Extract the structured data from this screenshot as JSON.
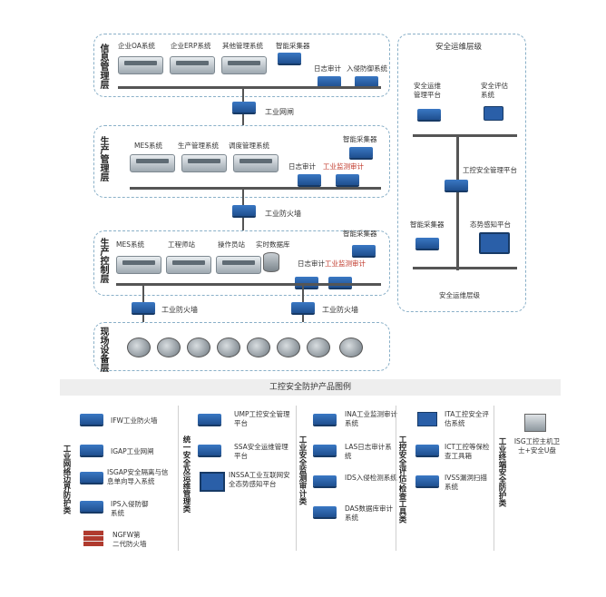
{
  "layers": {
    "info": {
      "label": "信息管理层",
      "servers": [
        "企业OA系统",
        "企业ERP系统",
        "其他管理系统"
      ],
      "collector": "智能采集器",
      "audit": "日志审计",
      "ips": "入侵防御系统"
    },
    "gateway": "工业网闸",
    "production": {
      "label": "生产管理层",
      "servers": [
        "MES系统",
        "生产管理系统",
        "调度管理系统"
      ],
      "collector": "智能采集器",
      "audit": "日志审计",
      "monitor": "工业监测审计"
    },
    "firewall_mid": "工业防火墙",
    "control": {
      "label": "生产控制层",
      "nodes": [
        "MES系统",
        "工程师站",
        "操作员站",
        "实时数据库"
      ],
      "collector": "智能采集器",
      "audit": "日志审计",
      "monitor": "工业监测审计"
    },
    "firewall_left": "工业防火墙",
    "firewall_right": "工业防火墙",
    "field": {
      "label": "现场设备层"
    }
  },
  "ops": {
    "title": "安全运维层级",
    "ops_platform": "安全运维管理平台",
    "eval": "安全评估系统",
    "ics_platform": "工控安全管理平台",
    "collector": "智能采集器",
    "situation": "态势感知平台",
    "bottom": "安全运维层级"
  },
  "legend": {
    "title": "工控安全防护产品图例",
    "cat1": {
      "label": "工业网络边界防护类",
      "items": [
        "IFW工业防火墙",
        "IGAP工业网闸",
        "ISGAP安全隔离与信息单向导入系统",
        "IPS入侵防御系统",
        "NGFW第二代防火墙"
      ]
    },
    "cat2": {
      "label": "统一安全及运维管理类",
      "items": [
        "UMP工控安全管理平台",
        "SSA安全运维管理平台",
        "INSSA工业互联网安全态势感知平台"
      ]
    },
    "cat3": {
      "label": "工业安全监测审计类",
      "items": [
        "INA工业监测审计系统",
        "LAS日志审计系统",
        "IDS入侵检测系统",
        "DAS数据库审计系统"
      ]
    },
    "cat4": {
      "label": "工控安全评估/检查工具类",
      "items": [
        "ITA工控安全评估系统",
        "ICT工控等保检查工具箱",
        "IVSS漏洞扫描系统"
      ]
    },
    "cat5": {
      "label": "工业终端安全防护类",
      "items": [
        "ISG工控主机卫士+安全U盘"
      ]
    }
  },
  "colors": {
    "device": "#2b66b3",
    "bus": "#555555",
    "highlight": "#c0392b",
    "zone_border": "#8ab0c8"
  }
}
